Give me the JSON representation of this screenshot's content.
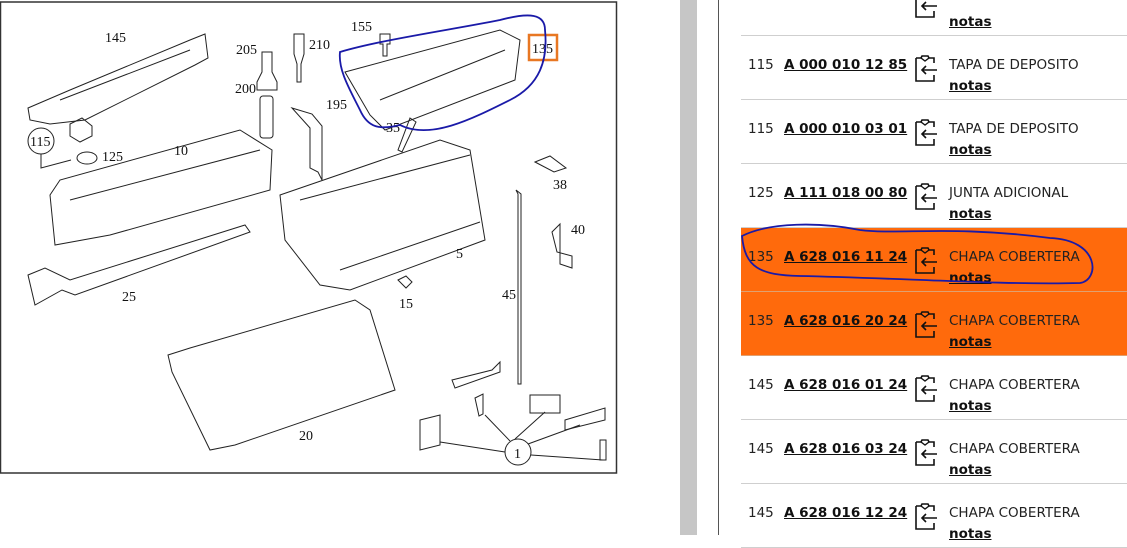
{
  "diagram": {
    "labels": {
      "l145": "145",
      "l205": "205",
      "l210": "210",
      "l155": "155",
      "l135": "135",
      "l200": "200",
      "l195": "195",
      "l35": "35",
      "l115": "115",
      "l125": "125",
      "l10": "10",
      "l38": "38",
      "l40": "40",
      "l5": "5",
      "l25": "25",
      "l15": "15",
      "l45": "45",
      "l20": "20",
      "l1": "1"
    },
    "highlight_color": "#e87722"
  },
  "parts": {
    "highlight_color": "#ff6a0c",
    "notes_label": "notas",
    "rows": [
      {
        "pos": "",
        "part_no": "",
        "desc": "",
        "notes": "notas"
      },
      {
        "pos": "115",
        "part_no": "A 000 010 12 85",
        "desc": "TAPA DE DEPOSITO",
        "notes": "notas"
      },
      {
        "pos": "115",
        "part_no": "A 000 010 03 01",
        "desc": "TAPA DE DEPOSITO",
        "notes": "notas"
      },
      {
        "pos": "125",
        "part_no": "A 111 018 00 80",
        "desc": "JUNTA ADICIONAL",
        "notes": "notas"
      },
      {
        "pos": "135",
        "part_no": "A 628 016 11 24",
        "desc": "CHAPA COBERTERA",
        "notes": "notas"
      },
      {
        "pos": "135",
        "part_no": "A 628 016 20 24",
        "desc": "CHAPA COBERTERA",
        "notes": "notas"
      },
      {
        "pos": "145",
        "part_no": "A 628 016 01 24",
        "desc": "CHAPA COBERTERA",
        "notes": "notas"
      },
      {
        "pos": "145",
        "part_no": "A 628 016 03 24",
        "desc": "CHAPA COBERTERA",
        "notes": "notas"
      },
      {
        "pos": "145",
        "part_no": "A 628 016 12 24",
        "desc": "CHAPA COBERTERA",
        "notes": "notas"
      }
    ]
  }
}
